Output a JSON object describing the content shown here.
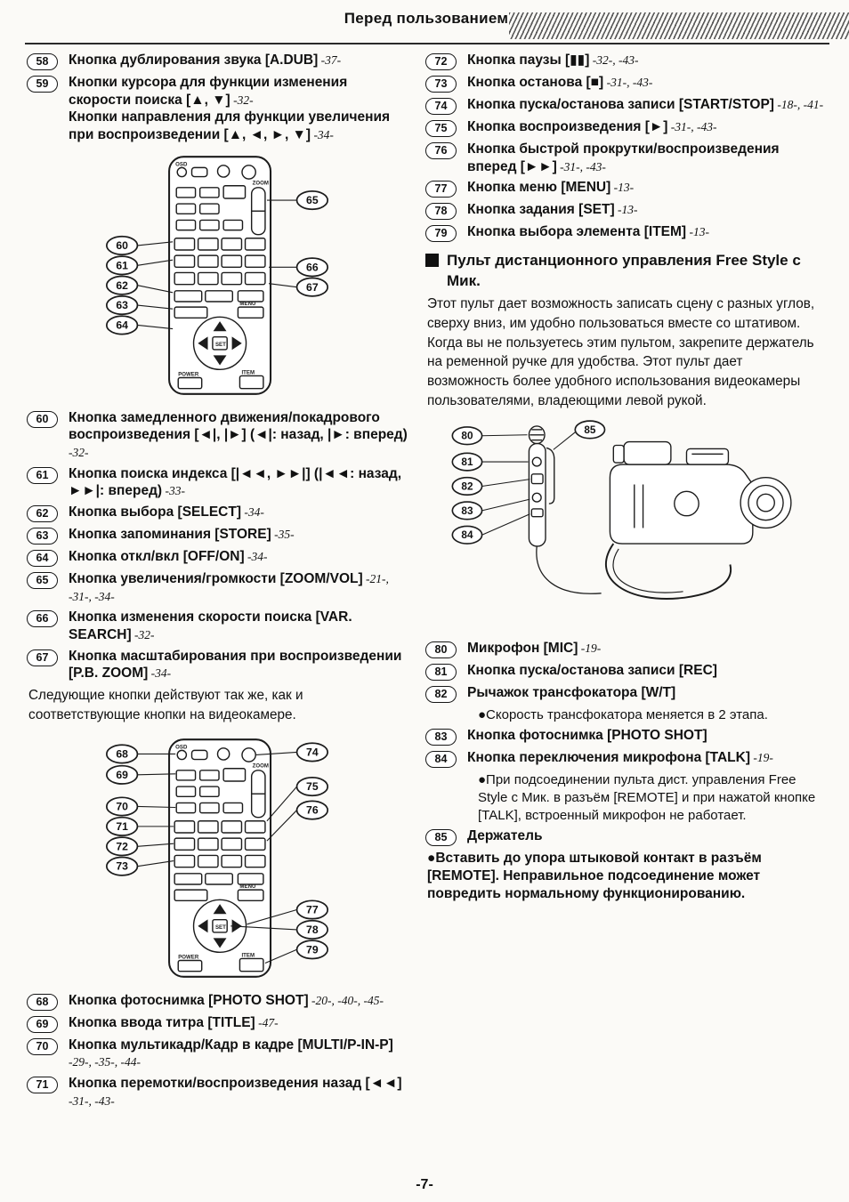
{
  "header": {
    "title": "Перед пользованием"
  },
  "footer": {
    "page_number": "-7-"
  },
  "left": {
    "items_top": [
      {
        "num": "58",
        "parts": [
          {
            "t": "Кнопка дублирования звука [A.DUB]",
            "s": "b"
          },
          {
            "t": " -37-",
            "s": "i"
          }
        ]
      },
      {
        "num": "59",
        "parts": [
          {
            "t": "Кнопки курсора для функции изменения скорости поиска [▲, ▼]",
            "s": "b"
          },
          {
            "t": " -32-",
            "s": "i"
          },
          {
            "br": true
          },
          {
            "t": "Кнопки направления для функции увеличения при воспроизведении [▲, ◄, ►, ▼]",
            "s": "b"
          },
          {
            "t": " -34-",
            "s": "i"
          }
        ]
      }
    ],
    "items_mid": [
      {
        "num": "60",
        "parts": [
          {
            "t": "Кнопка замедленного движения/покадрового воспроизведения [◄|, |►] (◄|: назад, |►: вперед)",
            "s": "b"
          },
          {
            "t": " -32-",
            "s": "i"
          }
        ]
      },
      {
        "num": "61",
        "parts": [
          {
            "t": "Кнопка поиска индекса [|◄◄, ►►|] (|◄◄: назад, ►►|: вперед)",
            "s": "b"
          },
          {
            "t": " -33-",
            "s": "i"
          }
        ]
      },
      {
        "num": "62",
        "parts": [
          {
            "t": "Кнопка выбора [SELECT]",
            "s": "b"
          },
          {
            "t": " -34-",
            "s": "i"
          }
        ]
      },
      {
        "num": "63",
        "parts": [
          {
            "t": "Кнопка запоминания [STORE]",
            "s": "b"
          },
          {
            "t": " -35-",
            "s": "i"
          }
        ]
      },
      {
        "num": "64",
        "parts": [
          {
            "t": "Кнопка откл/вкл [OFF/ON]",
            "s": "b"
          },
          {
            "t": " -34-",
            "s": "i"
          }
        ]
      },
      {
        "num": "65",
        "parts": [
          {
            "t": "Кнопка увеличения/громкости [ZOOM/VOL]",
            "s": "b"
          },
          {
            "t": " -21-, -31-, -34-",
            "s": "i"
          }
        ]
      },
      {
        "num": "66",
        "parts": [
          {
            "t": "Кнопка изменения скорости поиска [VAR. SEARCH]",
            "s": "b"
          },
          {
            "t": " -32-",
            "s": "i"
          }
        ]
      },
      {
        "num": "67",
        "parts": [
          {
            "t": "Кнопка масштабирования при воспроизведении [P.B. ZOOM]",
            "s": "b"
          },
          {
            "t": " -34-",
            "s": "i"
          }
        ]
      }
    ],
    "note": "Следующие кнопки действуют так же, как и соответствующие кнопки на видеокамере.",
    "items_bottom": [
      {
        "num": "68",
        "parts": [
          {
            "t": "Кнопка фотоснимка [PHOTO SHOT]",
            "s": "b"
          },
          {
            "t": " -20-, -40-, -45-",
            "s": "i"
          }
        ]
      },
      {
        "num": "69",
        "parts": [
          {
            "t": "Кнопка ввода титра [TITLE]",
            "s": "b"
          },
          {
            "t": " -47-",
            "s": "i"
          }
        ]
      },
      {
        "num": "70",
        "parts": [
          {
            "t": "Кнопка мультикадр/Кадр в кадре [MULTI/P-IN-P]",
            "s": "b"
          },
          {
            "t": " -29-, -35-, -44-",
            "s": "i"
          }
        ]
      },
      {
        "num": "71",
        "parts": [
          {
            "t": "Кнопка перемотки/воспроизведения назад [◄◄]",
            "s": "b"
          },
          {
            "t": " -31-, -43-",
            "s": "i"
          }
        ]
      }
    ]
  },
  "right": {
    "items_top": [
      {
        "num": "72",
        "parts": [
          {
            "t": "Кнопка паузы [▮▮]",
            "s": "b"
          },
          {
            "t": " -32-, -43-",
            "s": "i"
          }
        ]
      },
      {
        "num": "73",
        "parts": [
          {
            "t": "Кнопка останова [■]",
            "s": "b"
          },
          {
            "t": " -31-, -43-",
            "s": "i"
          }
        ]
      },
      {
        "num": "74",
        "parts": [
          {
            "t": "Кнопка пуска/останова записи [START/STOP]",
            "s": "b"
          },
          {
            "t": " -18-, -41-",
            "s": "i"
          }
        ]
      },
      {
        "num": "75",
        "parts": [
          {
            "t": "Кнопка воспроизведения [►]",
            "s": "b"
          },
          {
            "t": " -31-, -43-",
            "s": "i"
          }
        ]
      },
      {
        "num": "76",
        "parts": [
          {
            "t": "Кнопка быстрой прокрутки/воспроизведения вперед [►►]",
            "s": "b"
          },
          {
            "t": " -31-, -43-",
            "s": "i"
          }
        ]
      },
      {
        "num": "77",
        "parts": [
          {
            "t": "Кнопка меню [MENU]",
            "s": "b"
          },
          {
            "t": " -13-",
            "s": "i"
          }
        ]
      },
      {
        "num": "78",
        "parts": [
          {
            "t": "Кнопка задания [SET]",
            "s": "b"
          },
          {
            "t": " -13-",
            "s": "i"
          }
        ]
      },
      {
        "num": "79",
        "parts": [
          {
            "t": "Кнопка выбора элемента [ITEM]",
            "s": "b"
          },
          {
            "t": " -13-",
            "s": "i"
          }
        ]
      }
    ],
    "section": {
      "title": "Пульт дистанционного управления Free Style с Мик.",
      "body": "Этот пульт дает возможность записать сцену с разных углов, сверху вниз, им удобно пользоваться вместе со штативом. Когда вы не пользуетесь этим пультом, закрепите держатель на ременной ручке для удобства. Этот пульт дает возможность более удобного использования видеокамеры пользователями, владеющими левой рукой."
    },
    "items_bottom": [
      {
        "num": "80",
        "parts": [
          {
            "t": "Микрофон [MIC]",
            "s": "b"
          },
          {
            "t": " -19-",
            "s": "i"
          }
        ]
      },
      {
        "num": "81",
        "parts": [
          {
            "t": "Кнопка пуска/останова записи [REC]",
            "s": "b"
          }
        ]
      },
      {
        "num": "82",
        "parts": [
          {
            "t": "Рычажок трансфокатора [W/T]",
            "s": "b"
          }
        ]
      },
      {
        "cls": "sub",
        "parts": [
          {
            "t": "●Скорость трансфокатора меняется в 2 этапа.",
            "s": "n"
          }
        ]
      },
      {
        "num": "83",
        "parts": [
          {
            "t": "Кнопка фотоснимка [PHOTO SHOT]",
            "s": "b"
          }
        ]
      },
      {
        "num": "84",
        "parts": [
          {
            "t": "Кнопка переключения микрофона [TALK]",
            "s": "b"
          },
          {
            "t": " -19-",
            "s": "i"
          }
        ]
      },
      {
        "cls": "sub",
        "parts": [
          {
            "t": "●При подсоединении пульта дист. управления Free Style с Мик. в разъём [REMOTE] и при нажатой кнопке [TALK], встроенный микрофон не работает.",
            "s": "n"
          }
        ]
      },
      {
        "num": "85",
        "parts": [
          {
            "t": "Держатель",
            "s": "b"
          }
        ]
      },
      {
        "cls": "note",
        "parts": [
          {
            "t": "●Вставить до упора штыковой контакт в разъём [REMOTE]. Неправильное подсоединение может повредить нормальному функционированию.",
            "s": "b"
          }
        ]
      }
    ]
  },
  "diagrams": {
    "remote1": {
      "callouts": [
        "60",
        "61",
        "62",
        "63",
        "64",
        "65",
        "66",
        "67"
      ]
    },
    "remote2": {
      "callouts": [
        "68",
        "69",
        "70",
        "71",
        "72",
        "73",
        "74",
        "75",
        "76",
        "77",
        "78",
        "79"
      ]
    },
    "camcorder": {
      "callouts": [
        "80",
        "81",
        "82",
        "83",
        "84",
        "85"
      ]
    },
    "labels": {
      "zoom": "ZOOM",
      "menu": "MENU",
      "set": "SET",
      "item": "ITEM",
      "power": "POWER",
      "osd": "OSD"
    }
  }
}
